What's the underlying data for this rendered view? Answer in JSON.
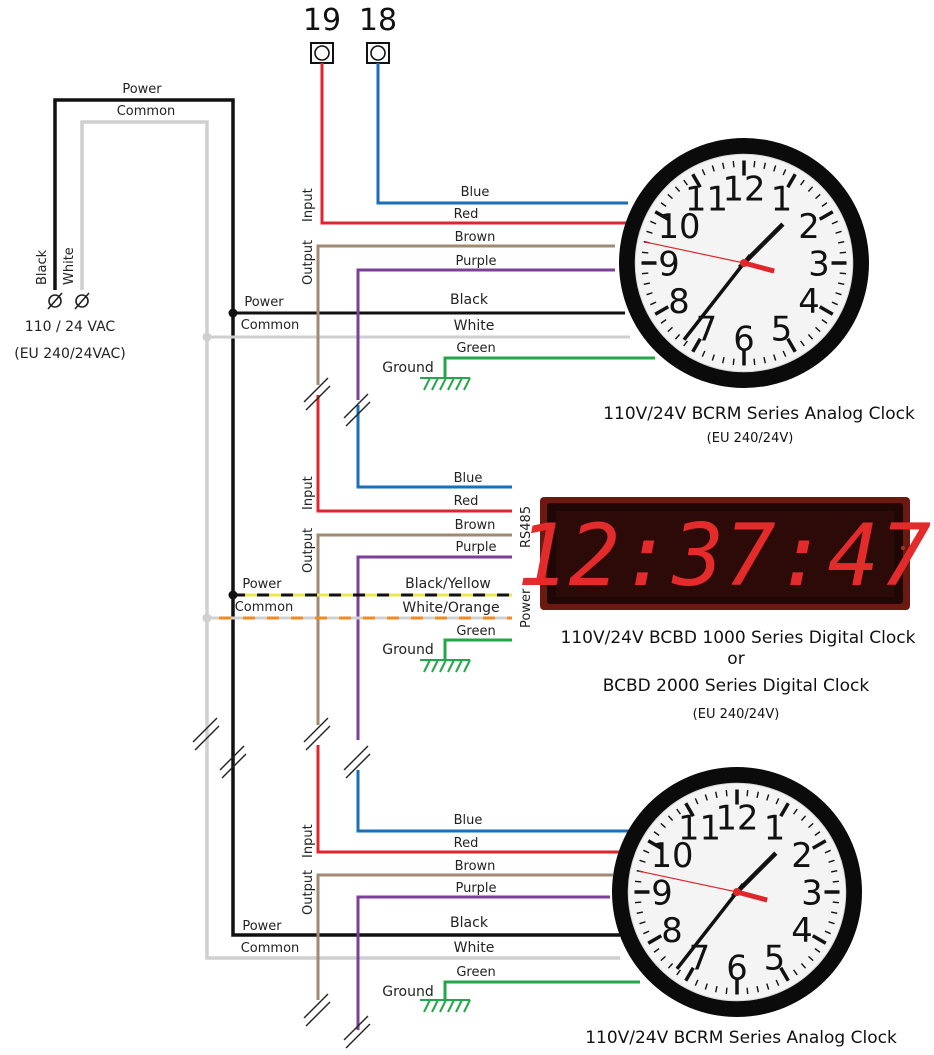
{
  "terminals": {
    "t19": "19",
    "t18": "18"
  },
  "supply": {
    "power": "Power",
    "common": "Common",
    "black": "Black",
    "white": "White",
    "voltage": "110 / 24 VAC",
    "eu": "(EU 240/24VAC)"
  },
  "wires": {
    "blue": "Blue",
    "red": "Red",
    "brown": "Brown",
    "purple": "Purple",
    "black": "Black",
    "white": "White",
    "green": "Green",
    "black_yellow": "Black/Yellow",
    "white_orange": "White/Orange"
  },
  "labels": {
    "input": "Input",
    "output": "Output",
    "power": "Power",
    "common": "Common",
    "ground": "Ground",
    "rs485": "RS485",
    "power_v": "Power"
  },
  "captions": {
    "clock1": "110V/24V BCRM Series Analog Clock",
    "clock1_eu": "(EU 240/24V)",
    "digital1": "110V/24V BCBD 1000 Series Digital Clock",
    "or": "or",
    "digital2": "BCBD 2000 Series Digital Clock",
    "digital_eu": "(EU 240/24V)",
    "clock3": "110V/24V BCRM Series Analog Clock"
  },
  "digital_display": "12:37:47",
  "clock_numerals": [
    "12",
    "1",
    "2",
    "3",
    "4",
    "5",
    "6",
    "7",
    "8",
    "9",
    "10",
    "11"
  ],
  "colors": {
    "blue": "#1a6fb8",
    "red": "#e0262b",
    "brown": "#a08a72",
    "purple": "#7d3f98",
    "black": "#111111",
    "white_wire": "#cccccc",
    "green": "#22a84a",
    "yellow": "#ece84a",
    "orange": "#f08a24",
    "led": "#e32b2b"
  }
}
